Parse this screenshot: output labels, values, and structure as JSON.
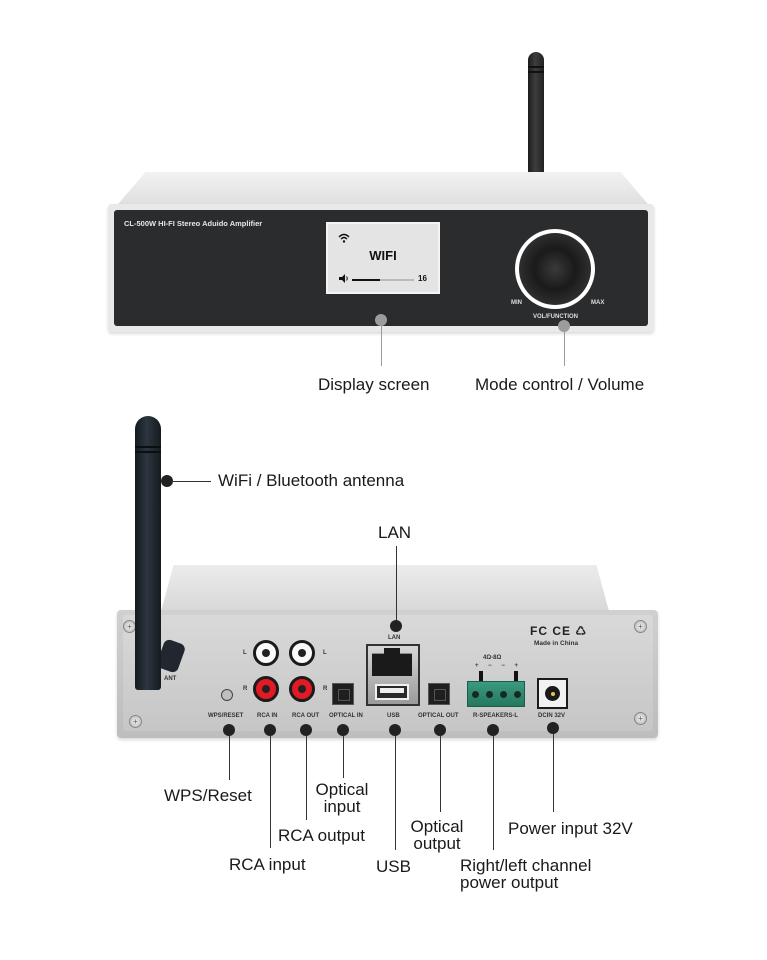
{
  "front": {
    "model": "CL-500W HI-FI Stereo Aduido Amplifier",
    "screen": {
      "icon": "wifi-icon",
      "mode": "WIFI",
      "volume_icon": "speaker-icon",
      "volume_level": "16",
      "volume_bar_fraction": 0.45
    },
    "knob": {
      "min": "MIN",
      "max": "MAX",
      "label": "VOL/FUNCTION"
    },
    "callouts": {
      "display": "Display screen",
      "mode_volume": "Mode control / Volume"
    }
  },
  "rear": {
    "antenna_label": "ANT",
    "panel_labels": {
      "wps": "WPS/RESET",
      "rca_in": "RCA IN",
      "rca_out": "RCA OUT",
      "optical_in": "OPTICAL IN",
      "lan": "LAN",
      "usb": "USB",
      "optical_out": "OPTICAL OUT",
      "speakers": "R-SPEAKERS-L",
      "impedance": "4Ω-8Ω",
      "polarity": "+ − − +",
      "dcin": "DCIN 32V",
      "channel_l": "L",
      "channel_r": "R"
    },
    "certifications": "FC CE ♺",
    "made_in": "Made in China",
    "callouts": {
      "antenna": "WiFi / Bluetooth antenna",
      "lan": "LAN",
      "wps": "WPS/Reset",
      "rca_input": "RCA input",
      "rca_output": "RCA output",
      "optical_input_1": "Optical",
      "optical_input_2": "input",
      "usb": "USB",
      "optical_output_1": "Optical",
      "optical_output_2": "output",
      "speaker_1": "Right/left channel",
      "speaker_2": "power output",
      "power": "Power input 32V"
    }
  }
}
